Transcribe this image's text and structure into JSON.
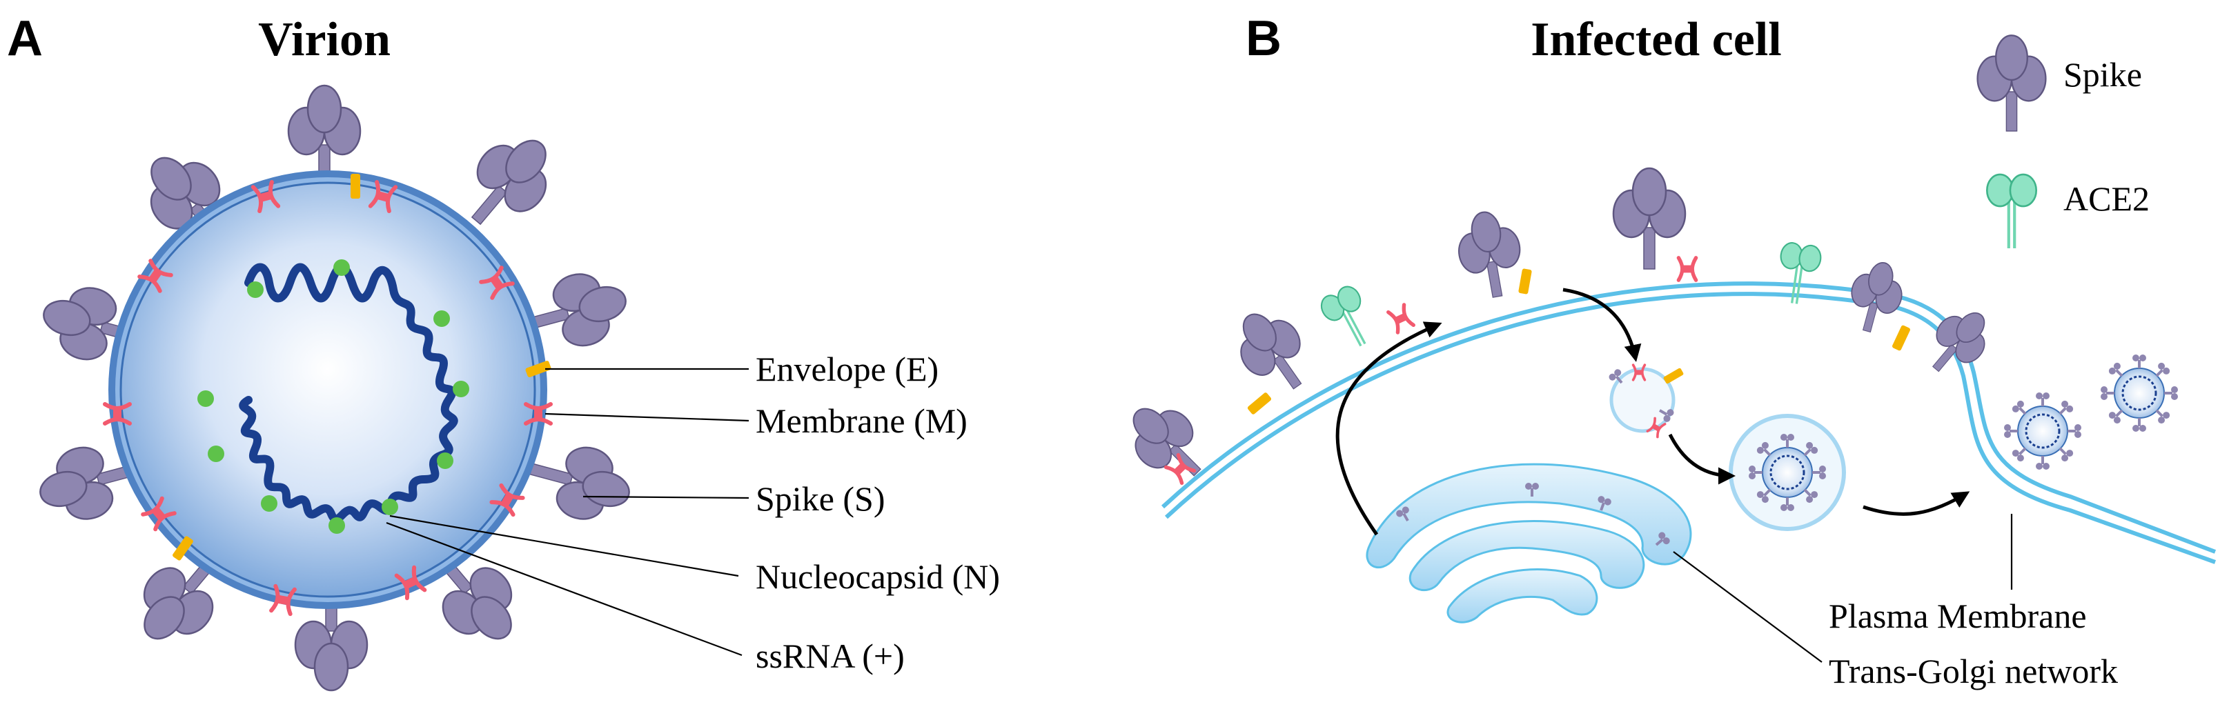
{
  "panel_a": {
    "letter": "A",
    "title": "Virion",
    "labels": {
      "envelope": "Envelope (E)",
      "membrane": "Membrane (M)",
      "spike": "Spike (S)",
      "nucleocapsid": "Nucleocapsid (N)",
      "ssrna": "ssRNA (+)"
    }
  },
  "panel_b": {
    "letter": "B",
    "title": "Infected cell",
    "legend": {
      "spike": "Spike",
      "ace2": "ACE2"
    },
    "labels": {
      "plasma_membrane": "Plasma Membrane",
      "golgi": "Trans-Golgi network"
    }
  },
  "colors": {
    "spike": "#8e86b0",
    "spike_outline": "#5e5680",
    "membrane_protein": "#f25a6e",
    "envelope_protein": "#f5b400",
    "nucleocapsid": "#5ec24a",
    "rna": "#1a3f8f",
    "ace2": "#6fd6b0",
    "cell_membrane": "#5bc0e8"
  }
}
